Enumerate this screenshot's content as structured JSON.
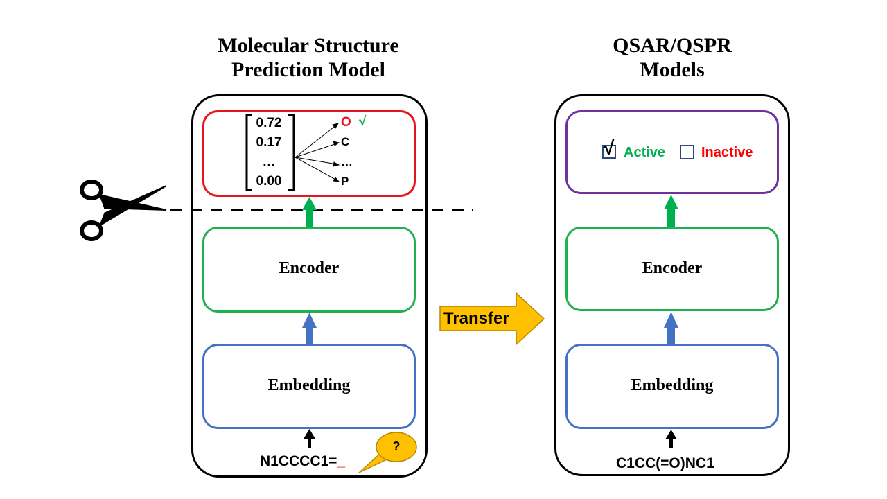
{
  "left_panel": {
    "title_line1": "Molecular Structure",
    "title_line2": "Prediction Model",
    "vector": [
      "0.72",
      "0.17",
      "…",
      "0.00"
    ],
    "tokens": [
      "O",
      "C",
      "…",
      "P"
    ],
    "selected_mark": "√",
    "encoder_label": "Encoder",
    "embedding_label": "Embedding",
    "input_smiles": "N1CCCC1=",
    "mask_token": "_",
    "query_bubble": "?"
  },
  "transfer_label": "Transfer",
  "right_panel": {
    "title_line1": "QSAR/QSPR",
    "title_line2": "Models",
    "check_mark": "√",
    "active_label": "Active",
    "inactive_label": "Inactive",
    "encoder_label": "Encoder",
    "embedding_label": "Embedding",
    "input_smiles": "C1CC(=O)NC1"
  },
  "colors": {
    "output_box": "#e8141c",
    "encoder_box": "#1fb050",
    "embedding_box": "#4472c4",
    "classifier_box": "#7030a0",
    "checkbox": "#2e4a7a",
    "active": "#00b050",
    "inactive": "#ff0000",
    "transfer_arrow": "#ffc000",
    "up_arrow_green": "#00b050",
    "up_arrow_blue": "#4472c4"
  },
  "icons": [
    "scissors-icon",
    "speech-bubble-icon",
    "checkbox-icon"
  ]
}
